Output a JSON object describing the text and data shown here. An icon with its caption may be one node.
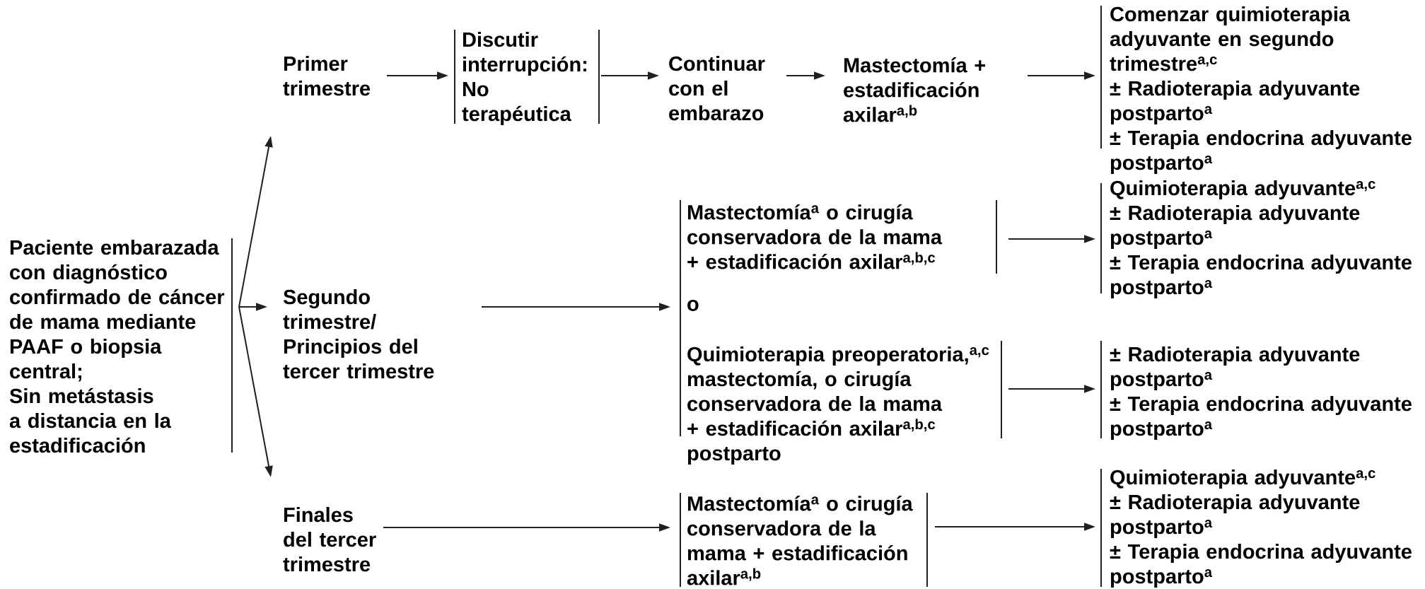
{
  "diagram": {
    "nodes": [
      {
        "text": [
          "Paciente embarazada con diagnóstico confirmado de cáncer de mama mediante PAAF o biopsia central;",
          "Sin metástasis a distancia en la estadificación"
        ]
      },
      {
        "text": [
          "Primer trimestre"
        ]
      },
      {
        "text": [
          "Discutir interrupción: No terapéutica"
        ]
      },
      {
        "text": [
          "Continuar con el embarazo"
        ]
      },
      {
        "text": [
          "Mastectomía + estadificación axilar$^{a,b}$"
        ]
      },
      {
        "text": [
          "Comenzar quimioterapia adyuvante en segundo trimestre$^{a,c}$",
          "± Radioterapia adyuvante postparto$^{a}$",
          "± Terapia endocrina adyuvante postparto$^{a}$"
        ]
      },
      {
        "text": [
          "Segundo trimestre/ Principios del tercer trimestre"
        ]
      },
      {
        "text": [
          "o"
        ]
      },
      {
        "text": [
          "Mastectomía$^{a}$ o cirugía conservadora de la mama + estadificación axilar$^{a,b,c}$"
        ]
      },
      {
        "text": [
          "Quimioterapia preoperatoria,$^{a,c}$ mastectomía, o cirugía conservadora de la mama + estadificación axilar$^{a,b,c}$ postparto"
        ]
      },
      {
        "text": [
          "Quimioterapia adyuvante$^{a,c}$",
          "± Radioterapia adyuvante postparto$^{a}$",
          "± Terapia endocrina adyuvante postparto$^{a}$"
        ]
      },
      {
        "text": [
          "± Radioterapia adyuvante postparto$^{a}$",
          "± Terapia endocrina adyuvante postparto$^{a}$"
        ]
      },
      {
        "text": [
          "Finales del tercer trimestre"
        ]
      },
      {
        "text": [
          "Mastectomía$^{a}$ o cirugía conservadora de la mama + estadificación axilar$^{a,b}$"
        ]
      },
      {
        "text": [
          "Quimioterapia adyuvante$^{a,c}$",
          "± Radioterapia adyuvante postparto$^{a}$",
          "± Terapia endocrina adyuvante postparto$^{a}$"
        ]
      }
    ],
    "edges": [
      {
        "from": 0,
        "to": 1,
        "arrow": "to"
      },
      {
        "from": 0,
        "to": 6,
        "arrow": "to"
      },
      {
        "from": 0,
        "to": 12,
        "arrow": "to"
      },
      {
        "from": 1,
        "to": 2,
        "arrow": "to"
      },
      {
        "from": 2,
        "to": 3,
        "arrow": "to"
      },
      {
        "from": 3,
        "to": 4,
        "arrow": "to"
      },
      {
        "from": 4,
        "to": 5,
        "arrow": "to"
      },
      {
        "from": 6,
        "to": 7,
        "arrow": "to"
      },
      {
        "from": 8,
        "to": 10,
        "arrow": "to"
      },
      {
        "from": 9,
        "to": 11,
        "arrow": "to"
      },
      {
        "from": 12,
        "to": 13,
        "arrow": "to"
      },
      {
        "from": 13,
        "to": 14,
        "arrow": "to"
      }
    ]
  }
}
